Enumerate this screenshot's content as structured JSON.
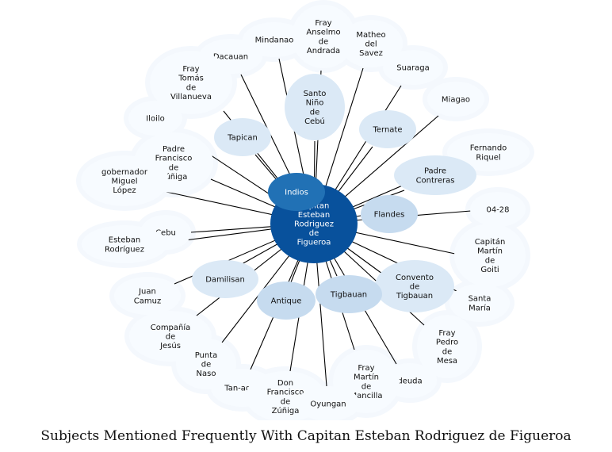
{
  "title": "Subjects Mentioned Frequently With Capitan Esteban Rodriguez de Figueroa",
  "colors": {
    "hub": "#08519c",
    "inner": "#c6dbef",
    "outer": "#f7fbff",
    "mid": "#dbe9f6",
    "edge": "#000000"
  },
  "hub": {
    "id": "hub",
    "label": "Capitan Esteban Rodriguez de Figueroa"
  },
  "nodes": [
    {
      "id": "indios",
      "label": "Indios"
    },
    {
      "id": "santo_nino",
      "label": "Santo Niño de Cebú"
    },
    {
      "id": "tapican",
      "label": "Tapican"
    },
    {
      "id": "ternate",
      "label": "Ternate"
    },
    {
      "id": "padre_contreras",
      "label": "Padre Contreras"
    },
    {
      "id": "flandes",
      "label": "Flandes"
    },
    {
      "id": "convento",
      "label": "Convento de Tigbauan"
    },
    {
      "id": "tigbauan",
      "label": "Tigbauan"
    },
    {
      "id": "antique",
      "label": "Antique"
    },
    {
      "id": "damilisan",
      "label": "Damilisan"
    },
    {
      "id": "fray_anselmo",
      "label": "Fray Anselmo de Andrada"
    },
    {
      "id": "matheo",
      "label": "Matheo del Savez"
    },
    {
      "id": "mindanao",
      "label": "Mindanao"
    },
    {
      "id": "dacauan",
      "label": "Dacauan"
    },
    {
      "id": "suaraga",
      "label": "Suaraga"
    },
    {
      "id": "fray_tomas",
      "label": "Fray Tomás de Villanueva"
    },
    {
      "id": "miagao",
      "label": "Miagao"
    },
    {
      "id": "iloilo",
      "label": "Iloilo"
    },
    {
      "id": "fernando",
      "label": "Fernando Riquel"
    },
    {
      "id": "padre_zuniga",
      "label": "Padre Francisco de Zúñiga"
    },
    {
      "id": "gobernador",
      "label": "gobernador Miguel López"
    },
    {
      "id": "n0428",
      "label": "04-28"
    },
    {
      "id": "cebu",
      "label": "Cebu"
    },
    {
      "id": "esteban",
      "label": "Esteban Rodríguez"
    },
    {
      "id": "goiti",
      "label": "Capitán Martín de Goiti"
    },
    {
      "id": "juan_camuz",
      "label": "Juan Camuz"
    },
    {
      "id": "santa_maria",
      "label": "Santa María"
    },
    {
      "id": "compania",
      "label": "Compañía de Jesús"
    },
    {
      "id": "fray_pedro",
      "label": "Fray Pedro de Mesa"
    },
    {
      "id": "punta",
      "label": "Punta de Naso"
    },
    {
      "id": "deuda",
      "label": "deuda"
    },
    {
      "id": "tanagan",
      "label": "Tan-agan"
    },
    {
      "id": "fray_martin",
      "label": "Fray Martín de Mancilla"
    },
    {
      "id": "don_zuniga",
      "label": "Don Francisco de Zúñiga"
    },
    {
      "id": "oyungan",
      "label": "Oyungan"
    }
  ]
}
